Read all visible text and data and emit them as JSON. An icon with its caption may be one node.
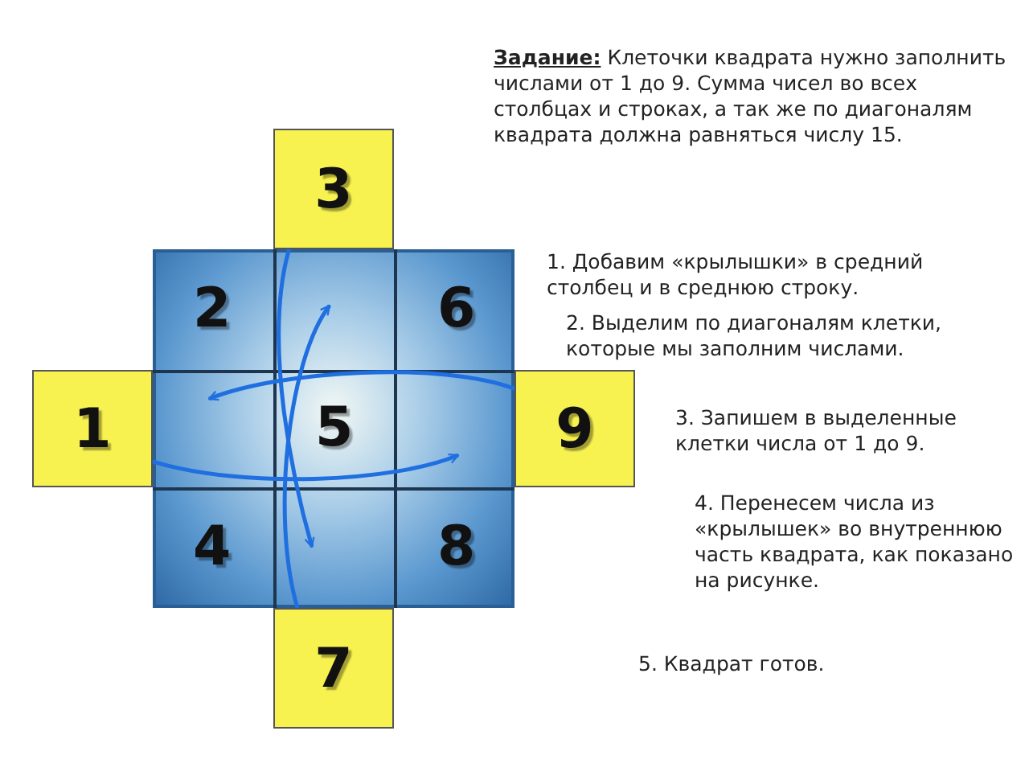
{
  "diagram": {
    "nodes": [
      {
        "text": [
          "3"
        ]
      },
      {
        "text": [
          "1"
        ]
      },
      {
        "text": [
          "9"
        ]
      },
      {
        "text": [
          "7"
        ]
      }
    ],
    "edges": [
      {
        "from": 0,
        "to": null,
        "arrow": "to"
      },
      {
        "from": 3,
        "to": null,
        "arrow": "to"
      },
      {
        "from": 1,
        "to": null,
        "arrow": "to"
      },
      {
        "from": 2,
        "to": null,
        "arrow": "to"
      }
    ],
    "labels": [
      "**Задание:** Клеточки квадрата нужно заполнить числами от 1 до 9. Сумма чисел во всех столбцах и строках, а так же по диагоналям квадрата должна равняться числу 15.",
      "2",
      "6",
      "5",
      "4",
      "8",
      "1. Добавим «крылышки» в средний столбец и в среднюю строку.",
      "2. Выделим по диагоналям клетки, которые мы заполним числами.",
      "3. Запишем в выделенные клетки числа от 1 до 9.",
      "4. Перенесем числа из «крылышек» во внутреннюю часть квадрата, как показано на рисунке.",
      "5. Квадрат готов."
    ]
  }
}
